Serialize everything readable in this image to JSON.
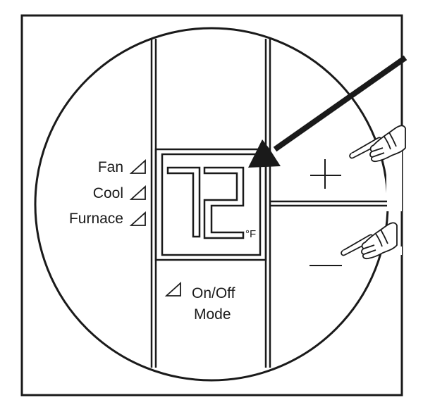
{
  "indicators": [
    {
      "label": "Fan"
    },
    {
      "label": "Cool"
    },
    {
      "label": "Furnace"
    }
  ],
  "display": {
    "temperature": "72",
    "unit": "°F"
  },
  "mode_button": {
    "label_line1": "On/Off",
    "label_line2": "Mode"
  },
  "buttons": {
    "increase_symbol": "+",
    "decrease_symbol": "—"
  },
  "icons": {
    "indicator": "triangle-indicator-icon",
    "pointer": "arrow-icon",
    "press": "pointing-hand-icon"
  },
  "colors": {
    "line": "#1a1a1a",
    "background": "#ffffff"
  }
}
